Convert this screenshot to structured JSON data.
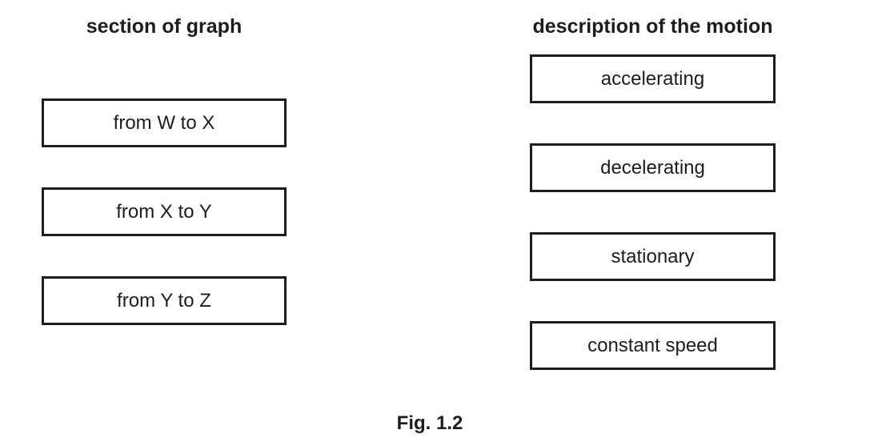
{
  "figure": {
    "caption": "Fig. 1.2"
  },
  "left_column": {
    "heading": "section of graph",
    "items": [
      {
        "label": "from W to X"
      },
      {
        "label": "from X to Y"
      },
      {
        "label": "from Y to Z"
      }
    ]
  },
  "right_column": {
    "heading": "description of the motion",
    "items": [
      {
        "label": "accelerating"
      },
      {
        "label": "decelerating"
      },
      {
        "label": "stationary"
      },
      {
        "label": "constant speed"
      }
    ]
  },
  "colors": {
    "background": "#ffffff",
    "text": "#1d1d1b",
    "box_border": "#1d1d1b"
  }
}
